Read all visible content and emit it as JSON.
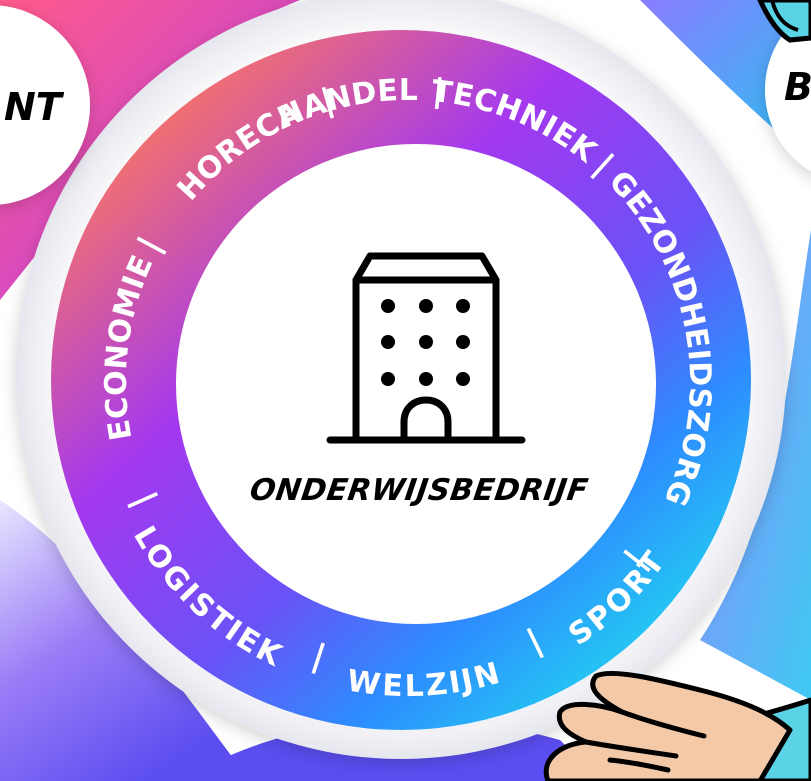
{
  "center": {
    "title": "ONDERWIJSBEDRIJF",
    "icon": "building-icon"
  },
  "ring": {
    "separator": "|",
    "sectors": [
      "HANDEL",
      "TECHNIEK",
      "GEZONDHEIDSZORG",
      "SPORT",
      "WELZIJN",
      "LOGISTIEK",
      "ECONOMIE",
      "HORECA"
    ]
  },
  "corners": {
    "left_fragment": "NT",
    "right_fragment": "B"
  },
  "colors": {
    "gradient_start": "#ff7a59",
    "gradient_mid": "#a338f0",
    "gradient_mid2": "#5a5cf8",
    "gradient_blue": "#2d8cff",
    "gradient_end": "#22d8ef",
    "skin": "#f3c9a8",
    "sleeve": "#5ad3e6",
    "ink": "#000000"
  },
  "icons": [
    "building-icon",
    "handshake-hand-icon",
    "partial-hand-icon"
  ]
}
